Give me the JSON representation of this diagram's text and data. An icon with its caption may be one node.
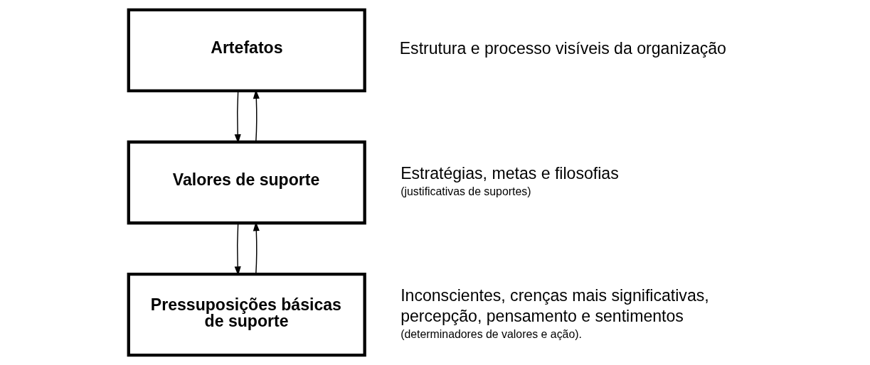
{
  "diagram": {
    "nodes": [
      {
        "text": [
          "Artefatos"
        ],
        "beside": [
          "Estrutura e processo visíveis da organização"
        ]
      },
      {
        "text": [
          "Valores de suporte"
        ],
        "beside": [
          "Estratégias, metas e filosofias",
          "(justificativas de suportes)"
        ]
      },
      {
        "text": [
          "Pressuposições básicas de suporte"
        ],
        "beside": [
          "Inconscientes, crenças mais significativas, percepção, pensamento e sentimentos",
          "(determinadores de valores e ação)."
        ]
      }
    ],
    "edges": [
      {
        "from": 0,
        "to": 1,
        "arrow": "to"
      },
      {
        "from": 1,
        "to": 0,
        "arrow": "to"
      },
      {
        "from": 1,
        "to": 2,
        "arrow": "to"
      },
      {
        "from": 2,
        "to": 1,
        "arrow": "to"
      }
    ]
  }
}
